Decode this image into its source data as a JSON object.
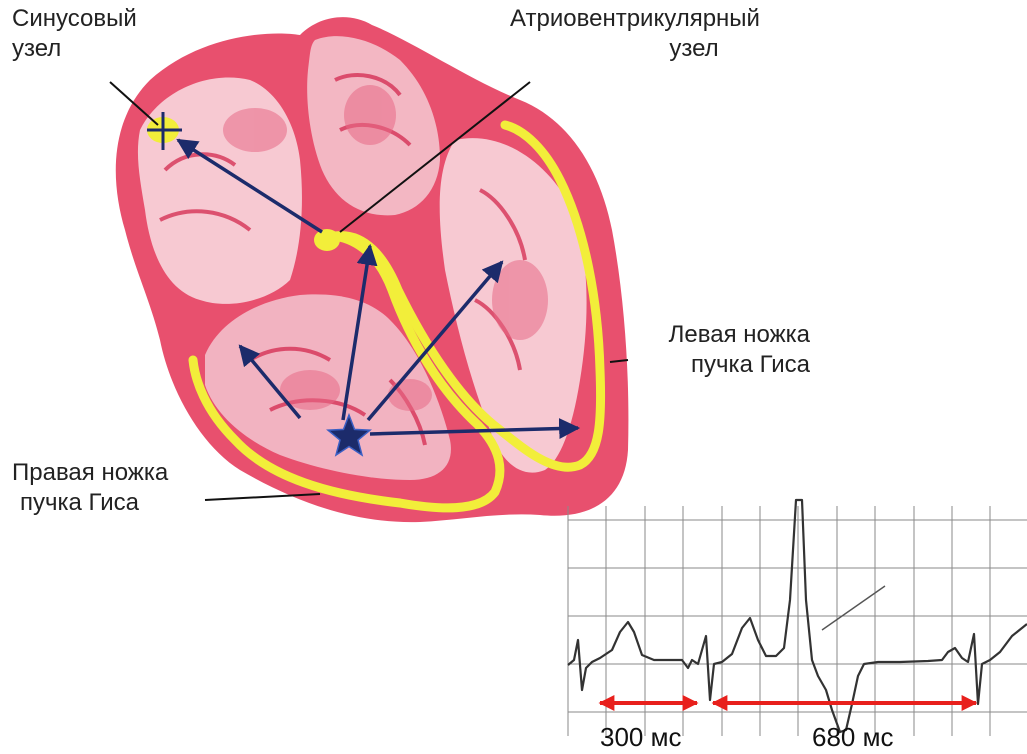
{
  "labels": {
    "sinus_node": [
      "Синусовый",
      "узел"
    ],
    "av_node": [
      "Атриовентрикулярный",
      "узел"
    ],
    "left_bundle": [
      "Левая ножка",
      "пучка Гиса"
    ],
    "right_bundle": [
      "Правая ножка",
      "пучка Гиса"
    ]
  },
  "ecg": {
    "interval_1": "300 мс",
    "interval_2": "680 мс"
  },
  "colors": {
    "heart_outer": "#e8506e",
    "heart_inner": "#f7c9d2",
    "conduction_path": "#f2ee3a",
    "vector_arrows": "#1c2b6b",
    "interval_arrows": "#e8201c",
    "ecg_trace": "#333333",
    "ecg_grid": "#8a8a8a"
  },
  "icons": {
    "ectopic_focus": "star-icon",
    "sinus_node_marker": "cross-icon"
  }
}
